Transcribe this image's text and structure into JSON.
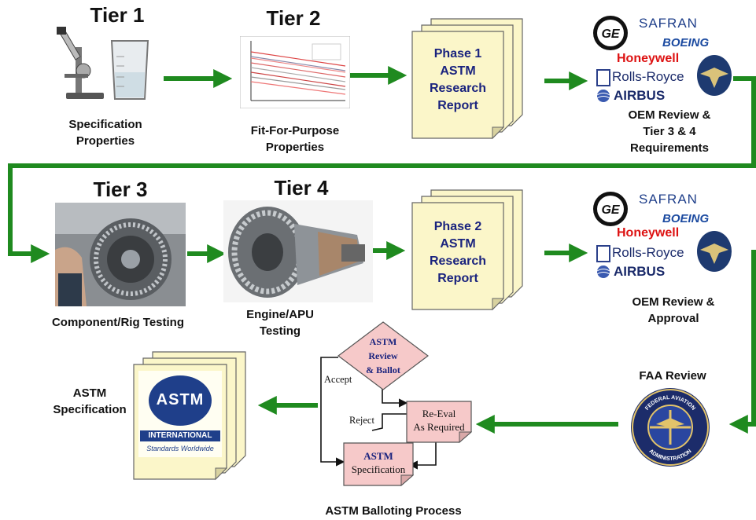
{
  "tier1": {
    "title": "Tier 1",
    "caption_l1": "Specification",
    "caption_l2": "Properties"
  },
  "tier2": {
    "title": "Tier 2",
    "caption_l1": "Fit-For-Purpose",
    "caption_l2": "Properties"
  },
  "phase1": {
    "l1": "Phase 1",
    "l2": "ASTM",
    "l3": "Research",
    "l4": "Report"
  },
  "oem1": {
    "caption_l1": "OEM Review &",
    "caption_l2": "Tier 3 & 4",
    "caption_l3": "Requirements"
  },
  "tier3": {
    "title": "Tier 3",
    "caption": "Component/Rig Testing"
  },
  "tier4": {
    "title": "Tier 4",
    "caption_l1": "Engine/APU",
    "caption_l2": "Testing"
  },
  "phase2": {
    "l1": "Phase 2",
    "l2": "ASTM",
    "l3": "Research",
    "l4": "Report"
  },
  "oem2": {
    "caption_l1": "OEM Review &",
    "caption_l2": "Approval"
  },
  "logos": {
    "ge": "GE",
    "safran": "SAFRAN",
    "boeing": "BOEING",
    "honeywell": "Honeywell",
    "rolls_royce": "Rolls-Royce",
    "airbus": "AIRBUS"
  },
  "faa": {
    "title": "FAA Review",
    "seal_top": "FEDERAL AVIATION",
    "seal_bottom": "ADMINISTRATION"
  },
  "ballot": {
    "diamond_l1": "ASTM",
    "diamond_l2": "Review",
    "diamond_l3": "& Ballot",
    "accept": "Accept",
    "reject": "Reject",
    "reeval_l1": "Re-Eval",
    "reeval_l2": "As Required",
    "spec_l1": "ASTM",
    "spec_l2": "Specification",
    "caption": "ASTM Balloting Process"
  },
  "astm_spec": {
    "caption_l1": "ASTM",
    "caption_l2": "Specification",
    "logo_text": "ASTM",
    "logo_band": "INTERNATIONAL",
    "logo_sub": "Standards Worldwide"
  },
  "colors": {
    "arrow": "#1f8a1f",
    "doc_fill": "#fbf6c9",
    "box_fill": "#f6c9c9",
    "navy": "#1a237e"
  }
}
